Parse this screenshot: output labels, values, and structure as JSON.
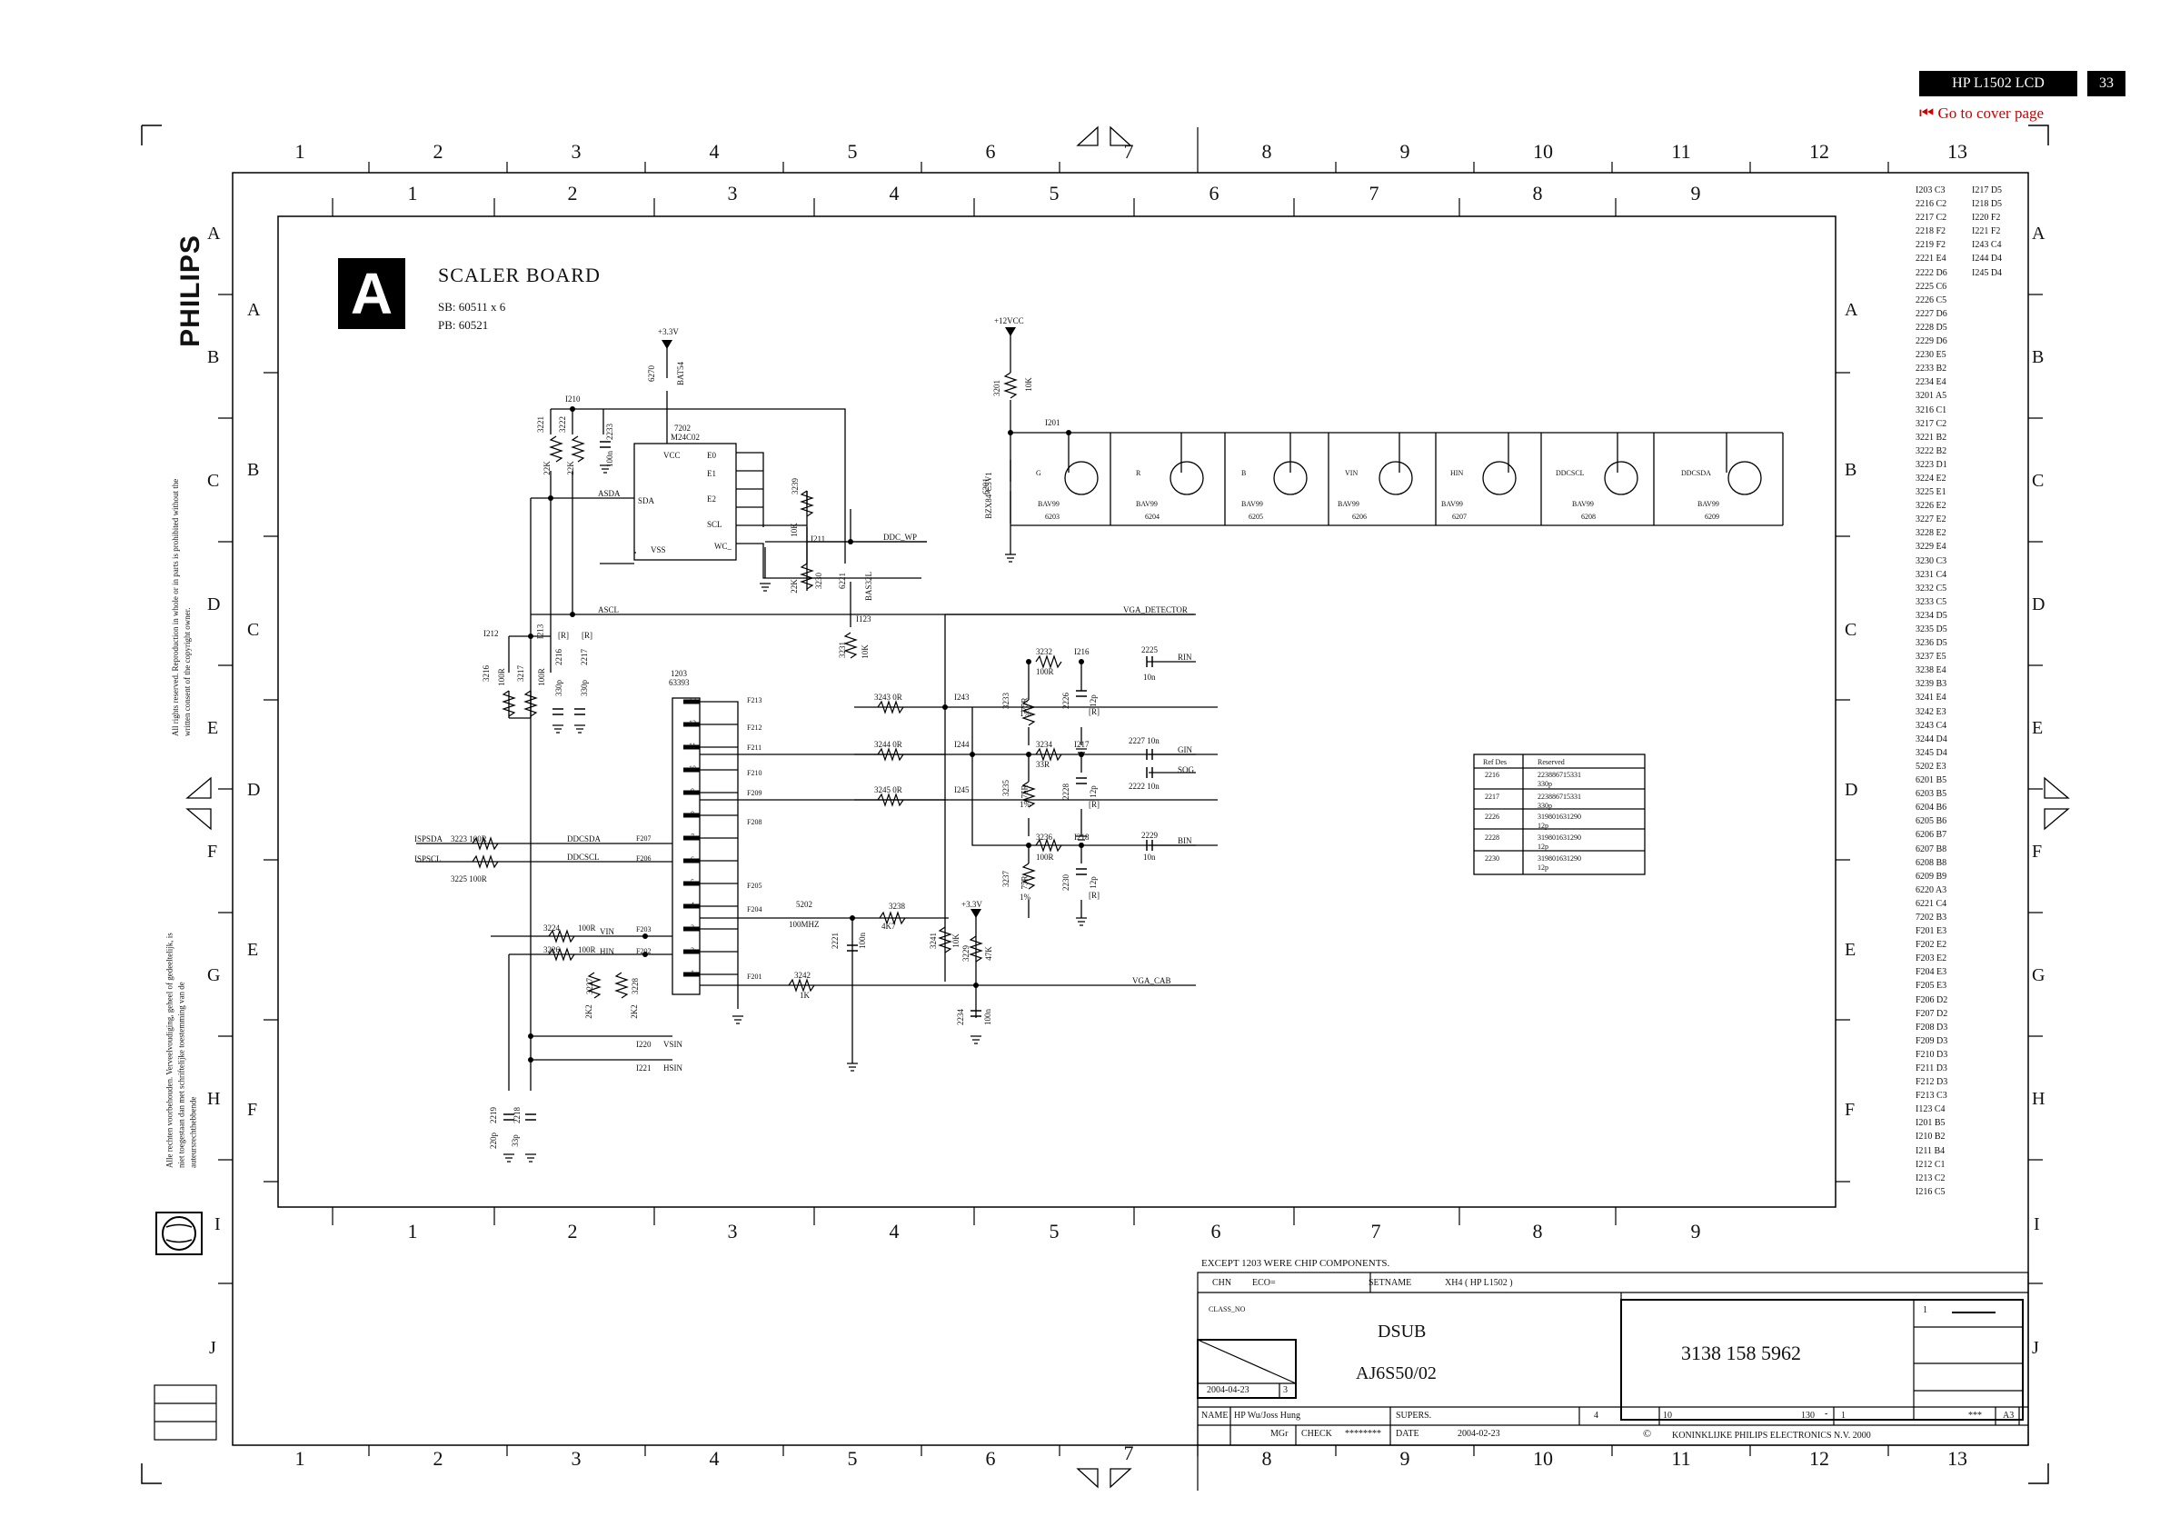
{
  "header": {
    "model": "HP L1502 LCD",
    "page": "33",
    "cover_link": "Go to cover page"
  },
  "frame": {
    "outer_cols": [
      "1",
      "2",
      "3",
      "4",
      "5",
      "6",
      "7",
      "8",
      "9",
      "10",
      "11",
      "12",
      "13"
    ],
    "inner_cols": [
      "1",
      "2",
      "3",
      "4",
      "5",
      "6",
      "7",
      "8",
      "9"
    ],
    "outer_rows": [
      "A",
      "B",
      "C",
      "D",
      "E",
      "F",
      "G",
      "H",
      "I",
      "J"
    ],
    "inner_rows": [
      "A",
      "B",
      "C",
      "D",
      "E",
      "F"
    ]
  },
  "brand": "PHILIPS",
  "copyright_en": "All rights reserved. Reproduction in whole or in parts is prohibited without the written consent of the copyright owner.",
  "copyright_nl": "Alle rechten voorbehouden. Verveelvoudiging, geheel of gedeeltelijk, is niet toegestaan dan met schriftelijke toestemming van de auteursrechthebbende",
  "board": {
    "letter": "A",
    "title": "SCALER BOARD",
    "sb": "SB: 60511 x 6",
    "pb": "PB: 60521"
  },
  "parts": {
    "rail_33v": "+3.3V",
    "rail_12v": "+12VCC",
    "d6270": "6270",
    "d6270_type": "BAT54",
    "eeprom_ref": "7202",
    "eeprom_type": "M24C02",
    "pin_vcc": "VCC",
    "pin_e0": "E0",
    "pin_e1": "E1",
    "pin_e2": "E2",
    "pin_sda": "SDA",
    "pin_scl": "SCL",
    "pin_vss": "VSS",
    "pin_wc": "WC_",
    "net_asda": "ASDA",
    "net_ascl": "ASCL",
    "net_ddc_wp": "DDC_WP",
    "net_vga_detector": "VGA_DETECTOR",
    "net_vga_cab": "VGA_CAB",
    "net_ddcsda": "DDCSDA",
    "net_ddcscl": "DDCSCL",
    "net_ispsda": "ISPSDA",
    "net_ispscl": "ISPSCL",
    "net_rin": "RIN",
    "net_gin": "GIN",
    "net_bin": "BIN",
    "net_sog": "SOG",
    "net_vsin": "VSIN",
    "net_hsin": "HSIN",
    "net_vin": "VIN",
    "net_hin": "HIN",
    "conn_ref": "1203",
    "conn_type": "63393",
    "d6201": "6201",
    "d6201_type": "BZX84-C5V1",
    "r3201": "3201",
    "r3201_val": "10K",
    "i1201": "I201",
    "i1210": "I210",
    "i1211": "I211",
    "i1212": "I212",
    "i1213": "I213",
    "i1123": "I123",
    "i1216": "I216",
    "i1217": "I217",
    "i1218": "I218",
    "i1220": "I220",
    "i1221": "I221",
    "i1243": "I243",
    "i1244": "I244",
    "i1245": "I245",
    "bav": "BAV99",
    "r3243": "3243  0R",
    "r3244": "3244  0R",
    "r3245": "3245  0R",
    "r3232": "3232",
    "r3234": "3234",
    "r3236": "3236",
    "r100r": "100R",
    "r33r": "33R",
    "c2225": "2225",
    "c2227": "2227 10n",
    "c2222": "2222  10n",
    "c2229": "2229",
    "c10n": "10n",
    "l5202": "5202",
    "l5202_val": "100MHZ",
    "r3238": "3238",
    "r3238_val": "4K7",
    "r3242": "3242",
    "r3242_val": "1K",
    "r3223": "3223  100R",
    "r3225": "3225  100R",
    "r3224": "3224",
    "r3226": "3226",
    "r3221": "3221",
    "r3222": "3222",
    "r22k": "22K",
    "c2233": "2233",
    "c2233_val": "100n",
    "r3239": "3239",
    "r3239_val": "10K",
    "r3230": "3230",
    "r3230_val": "22K",
    "d6221": "6221",
    "d6221_type": "BAS32L",
    "r3231": "3231",
    "r3231_val": "10K",
    "r3216": "3216",
    "r3217": "3217",
    "c2216": "2216",
    "c2217": "2217",
    "c330p": "330p",
    "r_note": "[R]",
    "c2219": "2219",
    "c2219_val": "220p",
    "c2218": "2218",
    "c2218_val": "33p",
    "c2221": "2221",
    "c2221_val": "100n",
    "c2234": "2234",
    "c2234_val": "100n",
    "r3241": "3241",
    "r3241_val": "10K",
    "r3229": "3229",
    "r3229_val": "47K",
    "r3227": "3227",
    "r3228": "3228",
    "r2k2": "2K2",
    "r3233": "3233",
    "r3235": "3235",
    "r3237": "3237",
    "r75r": "75R",
    "r1pct": "1%",
    "c2226": "2226",
    "c2228": "2228",
    "c2230": "2230",
    "c12p": "12p"
  },
  "pin_labels": [
    "13",
    "12",
    "11",
    "10",
    "9",
    "8",
    "7",
    "6",
    "5",
    "4",
    "3",
    "2",
    "1"
  ],
  "fuse_labels": [
    "F213",
    "F212",
    "F211",
    "F210",
    "F209",
    "F208",
    "F207",
    "F206",
    "F205",
    "F204",
    "F203",
    "F202",
    "F201"
  ],
  "diodes": [
    {
      "net": "G",
      "ref": "6203"
    },
    {
      "net": "R",
      "ref": "6204"
    },
    {
      "net": "B",
      "ref": "6205"
    },
    {
      "net": "VIN",
      "ref": "6206"
    },
    {
      "net": "HIN",
      "ref": "6207"
    },
    {
      "net": "DDCSCL",
      "ref": "6208"
    },
    {
      "net": "DDCSDA",
      "ref": "6209"
    }
  ],
  "reserved_table": {
    "headers": [
      "Ref Des",
      "Reserved"
    ],
    "rows": [
      [
        "2216",
        "223886715331\n330p"
      ],
      [
        "2217",
        "223886715331\n330p"
      ],
      [
        "2226",
        "319801631290\n12p"
      ],
      [
        "2228",
        "319801631290\n12p"
      ],
      [
        "2230",
        "319801631290\n12p"
      ]
    ]
  },
  "ref_list_left": "I203 C3\n2216 C2\n2217 C2\n2218 F2\n2219 F2\n2221 E4\n2222 D6\n2225 C6\n2226 C5\n2227 D6\n2228 D5\n2229 D6\n2230 E5\n2233 B2\n2234 E4\n3201 A5\n3216 C1\n3217 C2\n3221 B2\n3222 B2\n3223 D1\n3224 E2\n3225 E1\n3226 E2\n3227 E2\n3228 E2\n3229 E4\n3230 C3\n3231 C4\n3232 C5\n3233 C5\n3234 D5\n3235 D5\n3236 D5\n3237 E5\n3238 E4\n3239 B3\n3241 E4\n3242 E3\n3243 C4\n3244 D4\n3245 D4\n5202 E3\n6201 B5\n6203 B5\n6204 B6\n6205 B6\n6206 B7\n6207 B8\n6208 B8\n6209 B9\n6220 A3\n6221 C4\n7202 B3\nF201 E3\nF202 E2\nF203 E2\nF204 E3\nF205 E3\nF206 D2\nF207 D2\nF208 D3\nF209 D3\nF210 D3\nF211 D3\nF212 D3\nF213 C3\nI123 C4\nI201 B5\nI210 B2\nI211 B4\nI212 C1\nI213 C2\nI216 C5",
  "ref_list_right": "I217 D5\nI218 D5\nI220 F2\nI221 F2\nI243 C4\nI244 D4\nI245 D4",
  "title_block": {
    "except": "EXCEPT 1203 WERE CHIP COMPONENTS.",
    "chn": "CHN",
    "eco": "ECO=",
    "setname_label": "SETNAME",
    "setname": "XH4 ( HP L1502 )",
    "class_no": "CLASS_NO",
    "date1": "2004-04-23",
    "sheet_small": "3",
    "title1": "DSUB",
    "title2": "AJ6S50/02",
    "partno": "3138 158 5962",
    "corner_1": "1",
    "name_label": "NAME",
    "name": "HP Wu/Joss Hung",
    "supers": "SUPERS.",
    "supers_num": "4",
    "f10": "10",
    "f130": "130",
    "dash": "-",
    "f1": "1",
    "stars": "***",
    "size": "A3",
    "mgr": "MGr",
    "check": "CHECK",
    "check_val": "********",
    "date_label": "DATE",
    "date2": "2004-02-23",
    "copy_sym": "©",
    "company": "KONINKLIJKE PHILIPS ELECTRONICS N.V. 2000"
  }
}
